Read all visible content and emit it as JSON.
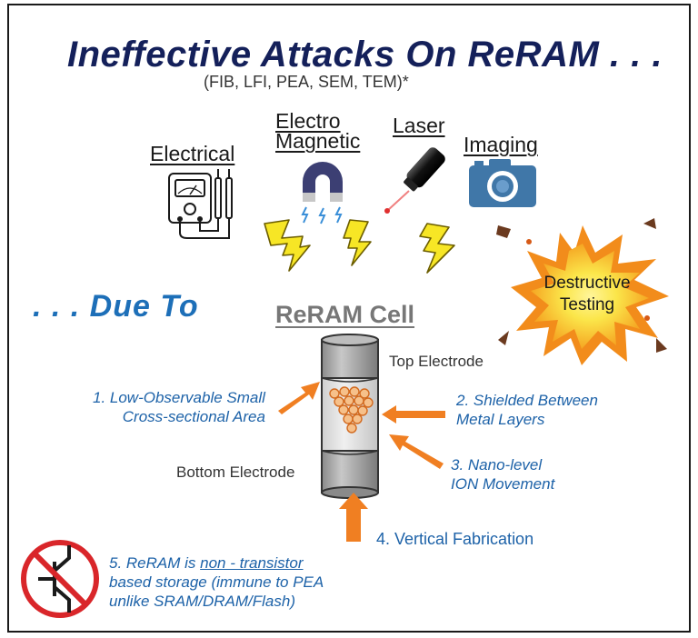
{
  "title": "Ineffective Attacks On ReRAM . . .",
  "subtitle": "(FIB, LFI, PEA, SEM, TEM)*",
  "attack_types": {
    "electrical": "Electrical",
    "electromagnetic_line1": "Electro",
    "electromagnetic_line2": "Magnetic",
    "laser": "Laser",
    "imaging": "Imaging"
  },
  "due_to": ". . . Due To",
  "destructive": {
    "line1": "Destructive",
    "line2": "Testing"
  },
  "cell": {
    "title": "ReRAM Cell",
    "top_electrode": "Top Electrode",
    "bottom_electrode": "Bottom Electrode"
  },
  "reasons": {
    "r1_line1": "1. Low-Observable Small",
    "r1_line2": "Cross-sectional Area",
    "r2_line1": "2. Shielded Between",
    "r2_line2": "Metal Layers",
    "r3_line1": "3. Nano-level",
    "r3_line2": "ION Movement",
    "r4": "4. Vertical Fabrication",
    "r5_prefix": "5. ReRAM is ",
    "r5_underlined": "non - transistor",
    "r5_line2": "based storage (immune to PEA",
    "r5_line3": "unlike SRAM/DRAM/Flash)"
  },
  "colors": {
    "title": "#14205a",
    "accent_blue": "#1d62a8",
    "arrow_orange": "#f07f22",
    "bolt_yellow": "#f7e625",
    "explosion_orange": "#f28c1b",
    "explosion_yellow": "#fbe64a",
    "no_sign_red": "#d9262a"
  },
  "icons": {
    "electrical": "multimeter-icon",
    "electromagnetic": "magnet-icon",
    "laser": "laser-pointer-icon",
    "imaging": "camera-icon",
    "bolts": "lightning-bolt-icon",
    "destructive": "explosion-icon",
    "non_transistor": "no-transistor-icon"
  }
}
